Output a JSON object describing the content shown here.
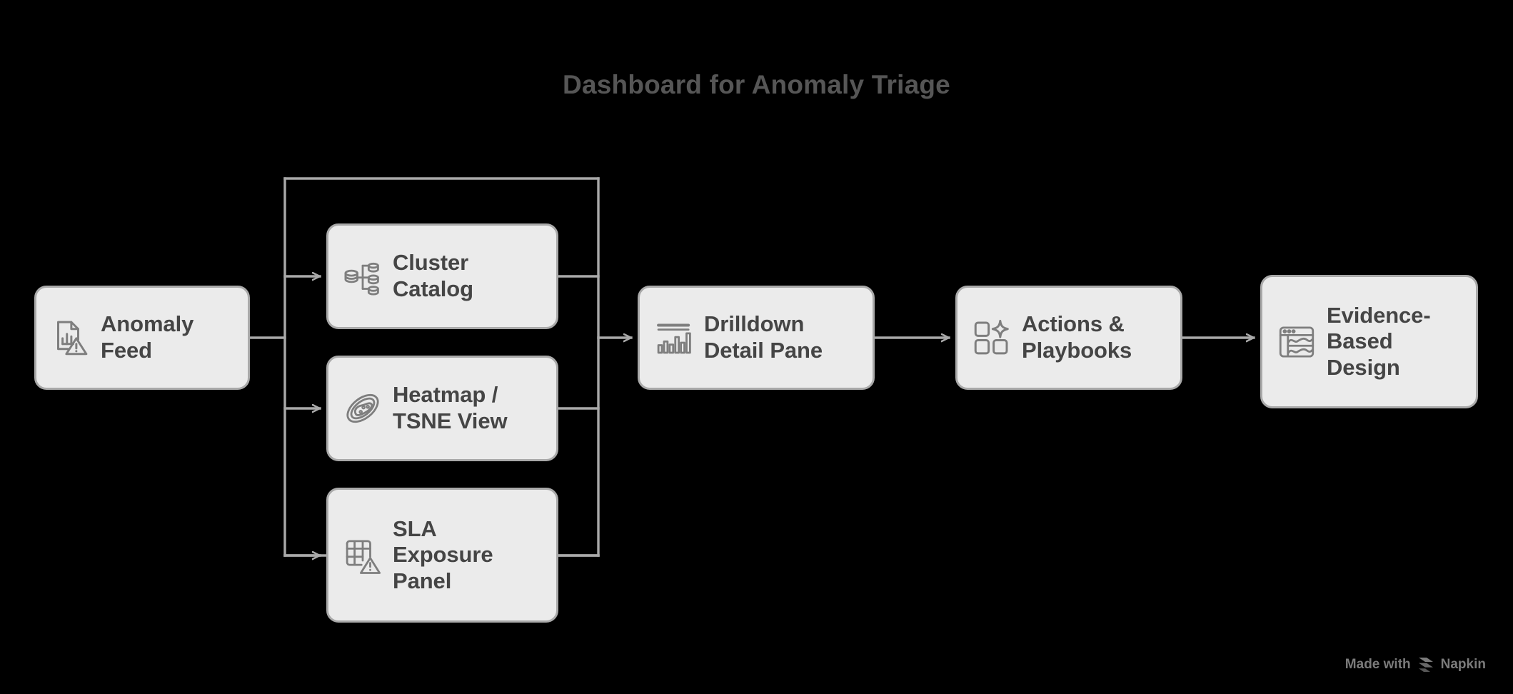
{
  "diagram": {
    "title": "Dashboard for Anomaly Triage",
    "background_color": "#000000",
    "title_color": "#565656",
    "node_fill": "#ebebeb",
    "node_border": "#a9a9a9",
    "node_text_color": "#454545",
    "connector_color": "#a9a9a9",
    "icon_color": "#7e7e7e"
  },
  "nodes": [
    {
      "id": "anomaly-feed",
      "label": "Anomaly\nFeed",
      "icon": "document-barchart-warning-icon"
    },
    {
      "id": "cluster-catalog",
      "label": "Cluster\nCatalog",
      "icon": "database-hierarchy-icon"
    },
    {
      "id": "heatmap-tsne",
      "label": "Heatmap /\nTSNE View",
      "icon": "contour-cluster-ellipse-icon"
    },
    {
      "id": "sla-exposure",
      "label": "SLA\nExposure\nPanel",
      "icon": "grid-table-warning-icon"
    },
    {
      "id": "drilldown-detail-pane",
      "label": "Drilldown\nDetail Pane",
      "icon": "barchart-panel-icon"
    },
    {
      "id": "actions-playbooks",
      "label": "Actions &\nPlaybooks",
      "icon": "squares-sparkle-icon"
    },
    {
      "id": "evidence-design",
      "label": "Evidence-\nBased\nDesign",
      "icon": "browser-window-chart-icon"
    }
  ],
  "edges": [
    {
      "from": "anomaly-feed",
      "to": "cluster-catalog",
      "style": "orthogonal-arrow"
    },
    {
      "from": "anomaly-feed",
      "to": "heatmap-tsne",
      "style": "orthogonal-arrow"
    },
    {
      "from": "anomaly-feed",
      "to": "sla-exposure",
      "style": "orthogonal-arrow"
    },
    {
      "from": "cluster-catalog",
      "to": "drilldown-detail-pane",
      "style": "orthogonal-merge"
    },
    {
      "from": "heatmap-tsne",
      "to": "drilldown-detail-pane",
      "style": "orthogonal-merge"
    },
    {
      "from": "sla-exposure",
      "to": "drilldown-detail-pane",
      "style": "orthogonal-merge"
    },
    {
      "from": "drilldown-detail-pane",
      "to": "actions-playbooks",
      "style": "arrow"
    },
    {
      "from": "actions-playbooks",
      "to": "evidence-design",
      "style": "arrow"
    }
  ],
  "watermark": {
    "prefix": "Made with",
    "brand": "Napkin",
    "logo": "napkin-chevron-logo"
  }
}
